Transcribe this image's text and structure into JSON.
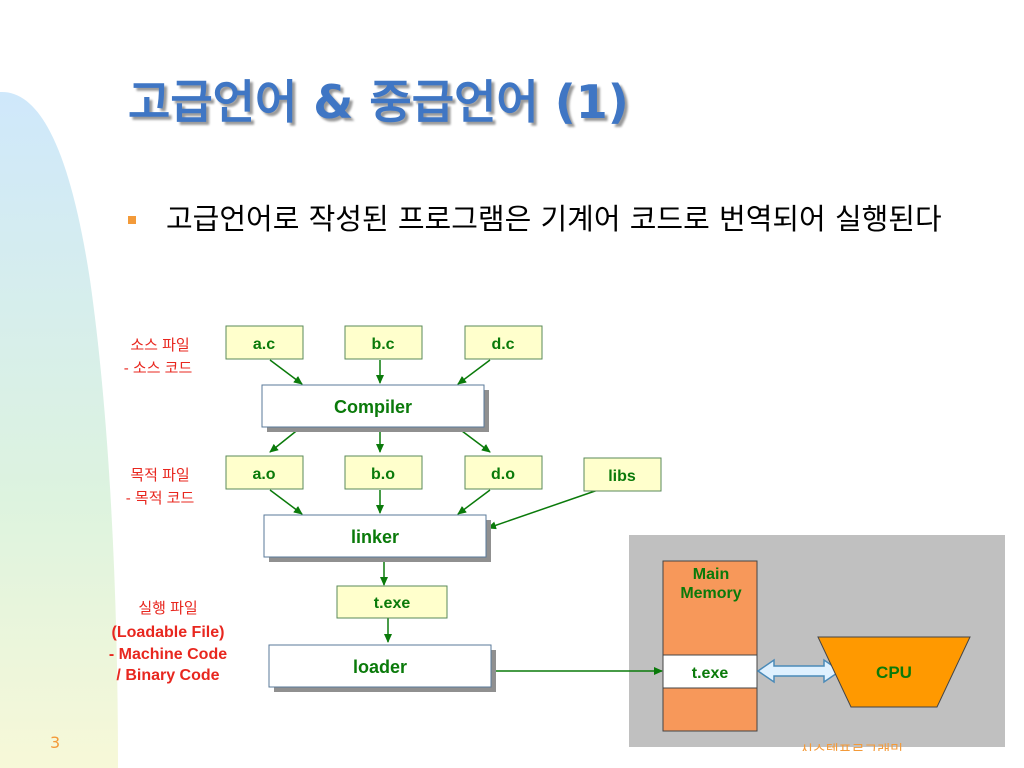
{
  "slide": {
    "title": "고급언어 & 중급언어 (1)",
    "bullet": "고급언어로 작성된 프로그램은 기계어 코드로 번역되어 실행된다",
    "page_number": "3",
    "footer": "시스템프로그래밍"
  },
  "diagram": {
    "side_labels": {
      "source": [
        "소스 파일",
        "- 소스 코드"
      ],
      "object": [
        "목적 파일",
        "- 목적 코드"
      ],
      "exec": [
        "실행 파일",
        "(Loadable File)",
        "- Machine Code",
        "/ Binary Code"
      ]
    },
    "sources": [
      "a.c",
      "b.c",
      "d.c"
    ],
    "compiler": "Compiler",
    "objects": [
      "a.o",
      "b.o",
      "d.o"
    ],
    "libs": "libs",
    "linker": "linker",
    "executable": "t.exe",
    "loader": "loader",
    "memory": {
      "title_lines": [
        "Main",
        "Memory"
      ],
      "loaded": "t.exe"
    },
    "cpu": "CPU"
  },
  "colors": {
    "title": "#3f76c4",
    "box_fill": "#ffffcc",
    "box_text": "#0a7a0a",
    "arrow": "#0a7a0a",
    "side_label": "#e8271f",
    "memory_fill": "#f7985a",
    "cpu_fill": "#ff9900",
    "panel": "#c0c0c0"
  }
}
